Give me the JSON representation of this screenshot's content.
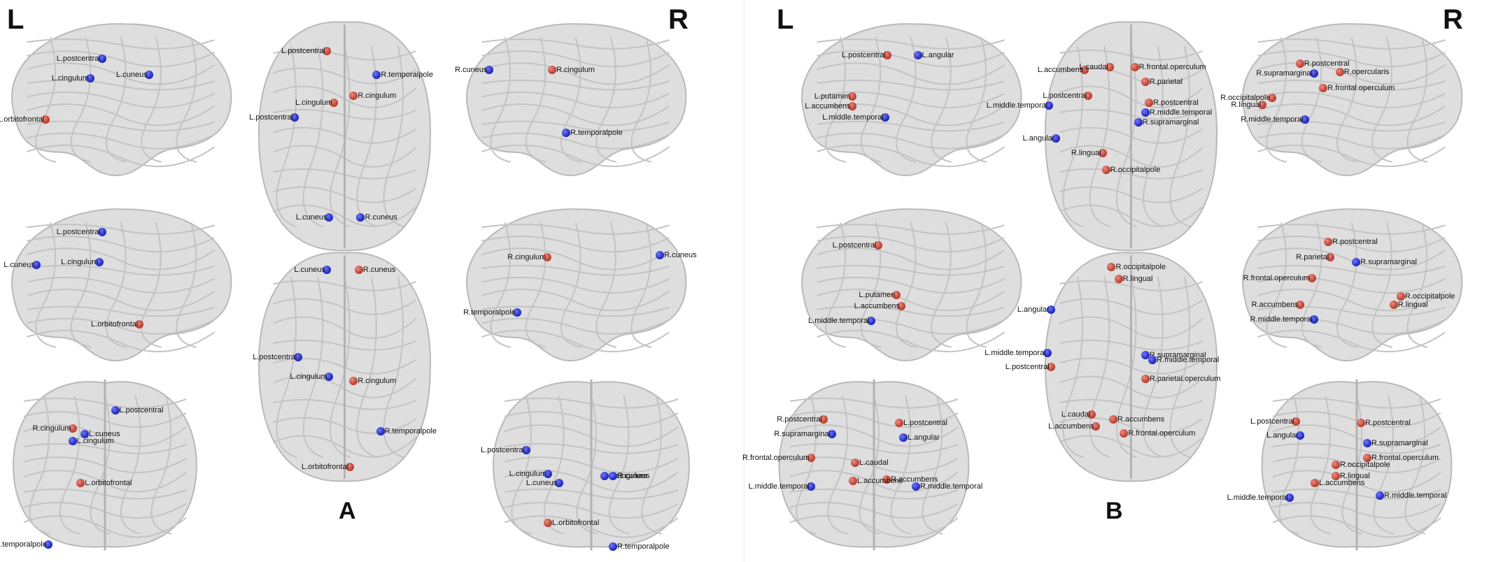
{
  "panels": [
    {
      "id": "A",
      "letter": "A",
      "side_left": "L",
      "side_right": "R",
      "views": [
        {
          "type": "sagittal",
          "nodes": [
            {
              "label": "L.postcentral",
              "color": "blue"
            },
            {
              "label": "L.cingulum",
              "color": "blue"
            },
            {
              "label": "L.cuneus",
              "color": "blue"
            },
            {
              "label": "L.orbitofrontal",
              "color": "red"
            }
          ]
        },
        {
          "type": "axial",
          "nodes": [
            {
              "label": "L.postcentral",
              "color": "red"
            },
            {
              "label": "R.temporalpole",
              "color": "blue"
            },
            {
              "label": "L.cingulum",
              "color": "red"
            },
            {
              "label": "R.cingulum",
              "color": "red"
            },
            {
              "label": "L.postcentral",
              "color": "blue"
            },
            {
              "label": "L.cuneus",
              "color": "blue"
            },
            {
              "label": "R.cuneus",
              "color": "blue"
            }
          ]
        },
        {
          "type": "sagittal",
          "nodes": [
            {
              "label": "R.cuneus",
              "color": "blue"
            },
            {
              "label": "R.cingulum",
              "color": "red"
            },
            {
              "label": "R.temporalpole",
              "color": "blue"
            }
          ]
        },
        {
          "type": "sagittal",
          "nodes": [
            {
              "label": "L.postcentral",
              "color": "blue"
            },
            {
              "label": "L.cuneus",
              "color": "blue"
            },
            {
              "label": "L.cingulum",
              "color": "blue"
            },
            {
              "label": "L.orbitofrontal",
              "color": "red"
            }
          ]
        },
        {
          "type": "axial",
          "nodes": [
            {
              "label": "L.cuneus",
              "color": "blue"
            },
            {
              "label": "R.cuneus",
              "color": "red"
            },
            {
              "label": "L.postcentral",
              "color": "blue"
            },
            {
              "label": "L.cingulum",
              "color": "blue"
            },
            {
              "label": "R.cingulum",
              "color": "red"
            },
            {
              "label": "R.temporalpole",
              "color": "blue"
            },
            {
              "label": "L.orbitofrontal",
              "color": "red"
            }
          ]
        },
        {
          "type": "sagittal",
          "nodes": [
            {
              "label": "R.cingulum",
              "color": "red"
            },
            {
              "label": "R.cuneus",
              "color": "blue"
            },
            {
              "label": "R.temporalpole",
              "color": "blue"
            }
          ]
        },
        {
          "type": "coronal",
          "nodes": [
            {
              "label": "L.postcentral",
              "color": "blue"
            },
            {
              "label": "R.cingulum",
              "color": "red"
            },
            {
              "label": "L.cingulum",
              "color": "blue"
            },
            {
              "label": "L.cuneus",
              "color": "blue"
            },
            {
              "label": "L.orbitofrontal",
              "color": "red"
            },
            {
              "label": "R.temporalpole",
              "color": "blue"
            }
          ]
        },
        {
          "type": "coronal",
          "nodes": [
            {
              "label": "L.postcentral",
              "color": "blue"
            },
            {
              "label": "L.cingulum",
              "color": "blue"
            },
            {
              "label": "L.cuneus",
              "color": "blue"
            },
            {
              "label": "R.cingulum",
              "color": "blue"
            },
            {
              "label": "R.cuneus",
              "color": "blue"
            },
            {
              "label": "L.orbitofrontal",
              "color": "red"
            },
            {
              "label": "R.temporalpole",
              "color": "blue"
            }
          ]
        }
      ]
    },
    {
      "id": "B",
      "letter": "B",
      "side_left": "L",
      "side_right": "R",
      "views": [
        {
          "type": "sagittal",
          "nodes": [
            {
              "label": "L.postcentral",
              "color": "red"
            },
            {
              "label": "L.angular",
              "color": "blue"
            },
            {
              "label": "L.putamen",
              "color": "red"
            },
            {
              "label": "L.accumbens",
              "color": "red"
            },
            {
              "label": "L.middle.temporal",
              "color": "blue"
            }
          ]
        },
        {
          "type": "axial",
          "nodes": [
            {
              "label": "L.accumbens",
              "color": "red"
            },
            {
              "label": "L.caudal",
              "color": "red"
            },
            {
              "label": "R.frontal.operculum",
              "color": "red"
            },
            {
              "label": "R.parietal",
              "color": "red"
            },
            {
              "label": "L.postcentral",
              "color": "red"
            },
            {
              "label": "L.middle.temporal",
              "color": "blue"
            },
            {
              "label": "R.postcentral",
              "color": "red"
            },
            {
              "label": "R.middle.temporal",
              "color": "blue"
            },
            {
              "label": "R.supramarginal",
              "color": "blue"
            },
            {
              "label": "L.angular",
              "color": "blue"
            },
            {
              "label": "R.lingual",
              "color": "red"
            },
            {
              "label": "R.occipitalpole",
              "color": "red"
            }
          ]
        },
        {
          "type": "sagittal",
          "nodes": [
            {
              "label": "R.postcentral",
              "color": "red"
            },
            {
              "label": "R.supramarginal",
              "color": "blue"
            },
            {
              "label": "R.opercularis",
              "color": "red"
            },
            {
              "label": "R.frontal.operculum",
              "color": "red"
            },
            {
              "label": "R.occipitalpole",
              "color": "red"
            },
            {
              "label": "R.lingual",
              "color": "red"
            },
            {
              "label": "R.middle.temporal",
              "color": "blue"
            }
          ]
        },
        {
          "type": "sagittal",
          "nodes": [
            {
              "label": "L.postcentral",
              "color": "red"
            },
            {
              "label": "L.putamen",
              "color": "red"
            },
            {
              "label": "L.accumbens",
              "color": "red"
            },
            {
              "label": "L.middle.temporal",
              "color": "blue"
            }
          ]
        },
        {
          "type": "axial",
          "nodes": [
            {
              "label": "R.occipitalpole",
              "color": "red"
            },
            {
              "label": "R.lingual",
              "color": "red"
            },
            {
              "label": "L.angular",
              "color": "blue"
            },
            {
              "label": "L.middle.temporal",
              "color": "blue"
            },
            {
              "label": "L.postcentral",
              "color": "red"
            },
            {
              "label": "R.supramarginal",
              "color": "blue"
            },
            {
              "label": "R.middle.temporal",
              "color": "blue"
            },
            {
              "label": "R.parietal.operculum",
              "color": "red"
            },
            {
              "label": "L.caudal",
              "color": "red"
            },
            {
              "label": "L.accumbens",
              "color": "red"
            },
            {
              "label": "R.accumbens",
              "color": "red"
            },
            {
              "label": "R.frontal.operculum",
              "color": "red"
            }
          ]
        },
        {
          "type": "sagittal",
          "nodes": [
            {
              "label": "R.postcentral",
              "color": "red"
            },
            {
              "label": "R.parietal",
              "color": "red"
            },
            {
              "label": "R.supramarginal",
              "color": "blue"
            },
            {
              "label": "R.frontal.operculum",
              "color": "red"
            },
            {
              "label": "R.occipitalpole",
              "color": "red"
            },
            {
              "label": "R.accumbens",
              "color": "red"
            },
            {
              "label": "R.lingual",
              "color": "red"
            },
            {
              "label": "R.middle.temporal",
              "color": "blue"
            }
          ]
        },
        {
          "type": "coronal",
          "nodes": [
            {
              "label": "R.postcentral",
              "color": "red"
            },
            {
              "label": "L.postcentral",
              "color": "red"
            },
            {
              "label": "R.supramarginal",
              "color": "blue"
            },
            {
              "label": "L.angular",
              "color": "blue"
            },
            {
              "label": "R.frontal.operculum",
              "color": "red"
            },
            {
              "label": "L.caudal",
              "color": "red"
            },
            {
              "label": "R.accumbens",
              "color": "red"
            },
            {
              "label": "L.accumbens",
              "color": "red"
            },
            {
              "label": "R.middle.temporal",
              "color": "blue"
            },
            {
              "label": "L.middle.temporal",
              "color": "blue"
            }
          ]
        },
        {
          "type": "coronal",
          "nodes": [
            {
              "label": "L.postcentral",
              "color": "red"
            },
            {
              "label": "R.postcentral",
              "color": "red"
            },
            {
              "label": "L.angular",
              "color": "blue"
            },
            {
              "label": "R.supramarginal",
              "color": "blue"
            },
            {
              "label": "R.frontal.operculum",
              "color": "red"
            },
            {
              "label": "R.occipitalpole",
              "color": "red"
            },
            {
              "label": "R.lingual",
              "color": "red"
            },
            {
              "label": "L.middle.temporal",
              "color": "blue"
            },
            {
              "label": "L.accumbens",
              "color": "red"
            },
            {
              "label": "R.middle.temporal",
              "color": "blue"
            }
          ]
        }
      ]
    }
  ],
  "colors": {
    "blue_node": "#1b22b5",
    "red_node": "#b33a2c",
    "brain_fill": "#dedede",
    "brain_outline": "#b9b9b9"
  }
}
